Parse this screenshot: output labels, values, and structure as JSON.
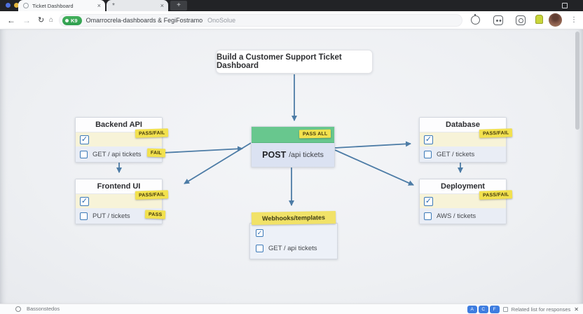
{
  "icons": {
    "close_tab": "×",
    "new_tab": "+",
    "star_tab": "*",
    "back": "←",
    "forward": "→",
    "reload": "↻",
    "home": "⌂",
    "menu_dots": "⋮",
    "check": "✓",
    "close_bar": "✕"
  },
  "colors": {
    "arrow": "#4d7ca6",
    "sticker_yellow": "#f2e14e",
    "post_header_green": "#68c78e",
    "checkbox_blue": "#3c79b8",
    "badge_green": "#34a853",
    "status_button_blue": "#3e7de0"
  },
  "browser": {
    "tabs": [
      {
        "title": "Ticket Dashboard"
      },
      {
        "title": "*"
      }
    ],
    "url": {
      "badge": "K9",
      "primary": "Omarrocrela-dashboards & FegiFostramo",
      "secondary": "OnoSolue"
    }
  },
  "canvas": {
    "title": "Build a Customer Support Ticket Dashboard",
    "nodes": {
      "backend": {
        "title": "Backend API",
        "sticker1": "PASS/FAIL",
        "row2_label": "GET / api tickets",
        "sticker2": "FAIL"
      },
      "frontend": {
        "title": "Frontend UI",
        "sticker1": "PASS/FAIL",
        "row2_label": "PUT / tickets",
        "sticker2": "PASS"
      },
      "post": {
        "title_bold": "POST",
        "title_rest": "/api tickets",
        "sticker": "PASS ALL"
      },
      "database": {
        "title": "Database",
        "sticker1": "PASS/FAIL",
        "row2_label": "GET / tickets"
      },
      "deployment": {
        "title": "Deployment",
        "sticker1": "PASS/FAIL",
        "row2_label": "AWS / tickets"
      },
      "webhooks": {
        "title": "Webhooks/templates",
        "row2_label": "GET / api tickets"
      }
    },
    "edges": [
      {
        "from": "title-box",
        "to": "post"
      },
      {
        "from": "backend",
        "to": "post"
      },
      {
        "from": "post",
        "to": "frontend"
      },
      {
        "from": "post",
        "to": "database"
      },
      {
        "from": "post",
        "to": "deployment"
      },
      {
        "from": "database",
        "to": "deployment"
      },
      {
        "from": "post",
        "to": "webhooks"
      },
      {
        "from": "backend",
        "to": "frontend"
      }
    ]
  },
  "statusbar": {
    "left_text": "Bassonstedos",
    "buttons": [
      "A",
      "C",
      "F"
    ],
    "right_text": "Related list for responses"
  }
}
